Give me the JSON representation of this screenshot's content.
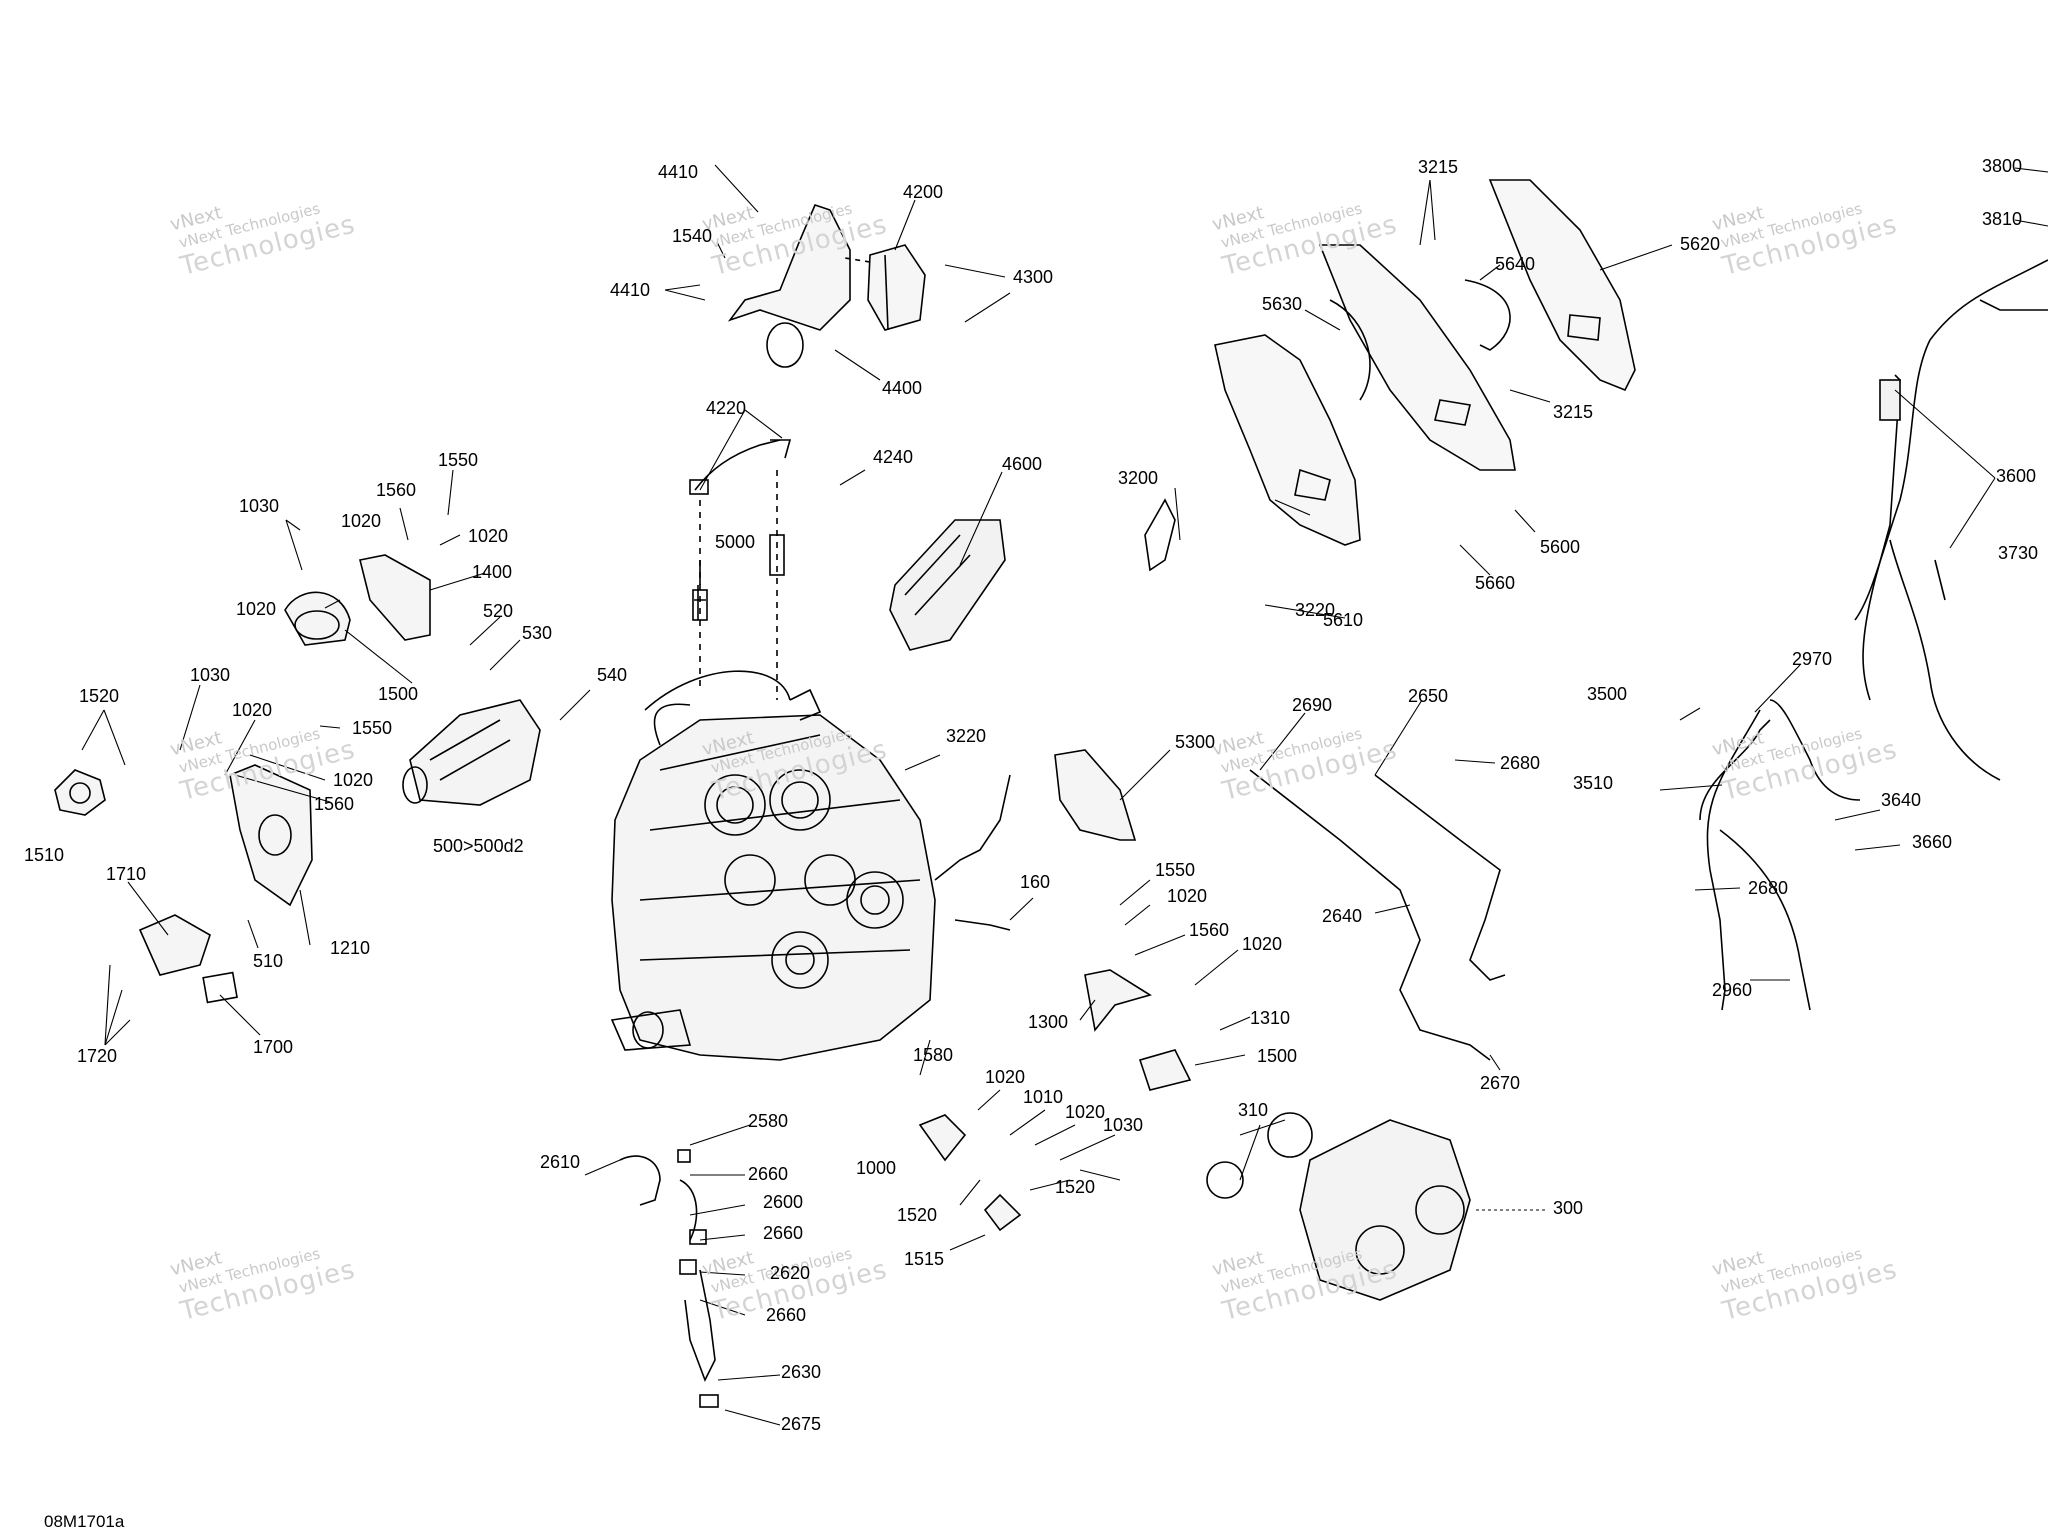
{
  "drawing_code": "08M1701a",
  "watermark": {
    "line1": "vNext",
    "line2": "vNext Technologies",
    "line3": "Technologies"
  },
  "labels": [
    "4410",
    "1540",
    "4410",
    "4200",
    "4300",
    "4400",
    "3215",
    "5640",
    "5620",
    "5630",
    "3215",
    "5600",
    "5660",
    "5610",
    "3220",
    "3200",
    "3800",
    "3810",
    "3600",
    "3730",
    "4220",
    "4240",
    "5000",
    "4600",
    "1030",
    "1550",
    "1560",
    "1020",
    "1020",
    "1400",
    "1020",
    "520",
    "530",
    "1500",
    "540",
    "1520",
    "1030",
    "1020",
    "1550",
    "1510",
    "1020",
    "1560",
    "500>500d2",
    "1210",
    "510",
    "1710",
    "1720",
    "1700",
    "3220",
    "5300",
    "160",
    "2690",
    "2650",
    "2680",
    "2640",
    "2670",
    "1550",
    "1020",
    "1560",
    "1020",
    "1300",
    "1310",
    "1500",
    "3500",
    "3510",
    "2970",
    "3640",
    "3660",
    "2680",
    "2960",
    "1580",
    "1020",
    "1010",
    "1020",
    "1030",
    "1000",
    "1520",
    "1520",
    "1515",
    "2580",
    "2610",
    "2660",
    "2600",
    "2660",
    "2620",
    "2660",
    "2630",
    "2675",
    "310",
    "300"
  ]
}
